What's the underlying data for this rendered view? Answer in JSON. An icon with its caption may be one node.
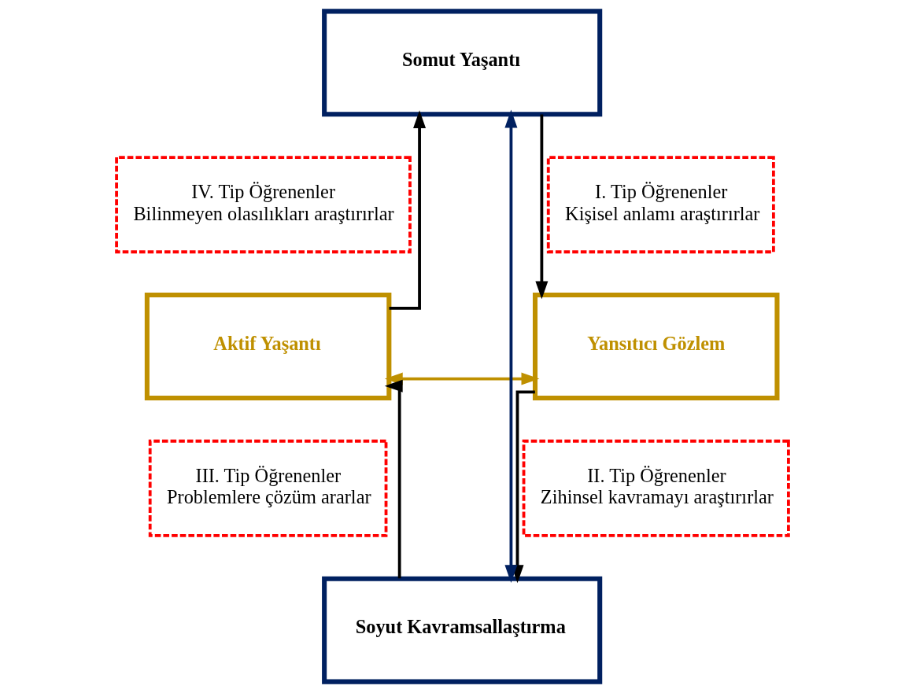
{
  "diagram": {
    "nodes": [
      {
        "text": [
          "Somut Yaşantı"
        ]
      },
      {
        "text": [
          "IV. Tip Öğrenenler",
          "Bilinmeyen olasılıkları araştırırlar"
        ]
      },
      {
        "text": [
          "I. Tip Öğrenenler",
          "Kişisel anlamı araştırırlar"
        ]
      },
      {
        "text": [
          "Aktif Yaşantı"
        ]
      },
      {
        "text": [
          "Yansıtıcı Gözlem"
        ]
      },
      {
        "text": [
          "III. Tip Öğrenenler",
          "Problemlere çözüm ararlar"
        ]
      },
      {
        "text": [
          "II. Tip Öğrenenler",
          "Zihinsel kavramayı araştırırlar"
        ]
      },
      {
        "text": [
          "Soyut Kavramsallaştırma"
        ]
      }
    ],
    "edges": [
      {
        "from": 0,
        "to": 4,
        "arrow": "to"
      },
      {
        "from": 4,
        "to": 7,
        "arrow": "to"
      },
      {
        "from": 7,
        "to": 3,
        "arrow": "to"
      },
      {
        "from": 3,
        "to": 0,
        "arrow": "to"
      },
      {
        "from": 7,
        "to": 0,
        "arrow": "both",
        "color": "#002060"
      },
      {
        "from": 3,
        "to": 4,
        "arrow": "both",
        "color": "#bf9000"
      }
    ]
  }
}
